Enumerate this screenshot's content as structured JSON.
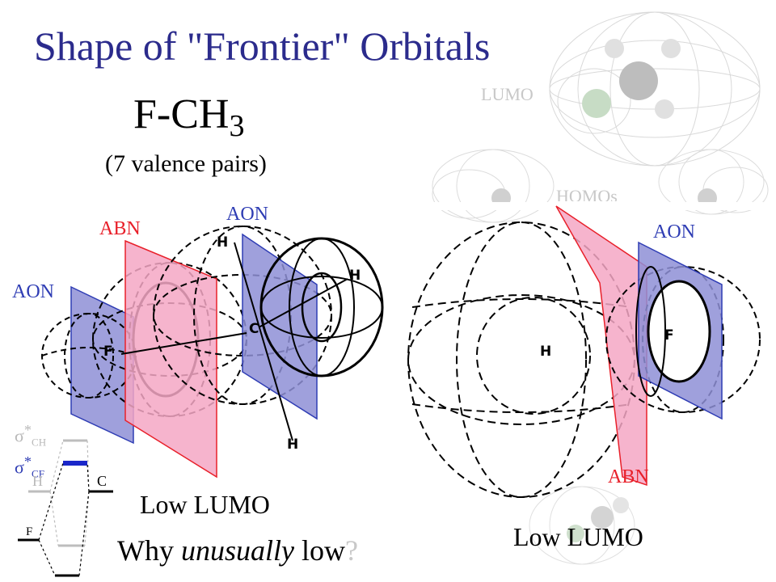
{
  "slide": {
    "title": "Shape of \"Frontier\" Orbitals",
    "molecule_prefix": "F-CH",
    "molecule_subscript": "3",
    "subtitle": "(7 valence pairs)",
    "why_prefix": "Why ",
    "why_emphasis": "unusually",
    "why_suffix": " low",
    "why_mark": "?"
  },
  "background_figure": {
    "lumo_label": "LUMO",
    "homo_label": "HOMOs"
  },
  "left_diagram": {
    "abn_label": "ABN",
    "aon_top_label": "AON",
    "aon_left_label": "AON",
    "atom_labels": [
      "H",
      "H",
      "C",
      "F",
      "H"
    ],
    "caption": "Low LUMO"
  },
  "right_diagram": {
    "aon_label": "AON",
    "abn_label": "ABN",
    "atom_labels": [
      "H",
      "F"
    ],
    "caption": "Low LUMO"
  },
  "mo_diagram": {
    "sigma_ch_symbol": "σ",
    "sigma_ch_sup": "*",
    "sigma_ch_sub": "CH",
    "sigma_cf_symbol": "σ",
    "sigma_cf_sup": "*",
    "sigma_cf_sub": "CF",
    "h_label": "H",
    "c_label": "C",
    "f_label": "F"
  },
  "colors": {
    "title": "#2b2b8c",
    "abn_plane": "#f4a7c4",
    "aon_plane": "#8e8fd6",
    "abn_label": "#e8202a",
    "aon_label": "#2f3db4",
    "sigma_cf_level": "#1a27c9"
  }
}
